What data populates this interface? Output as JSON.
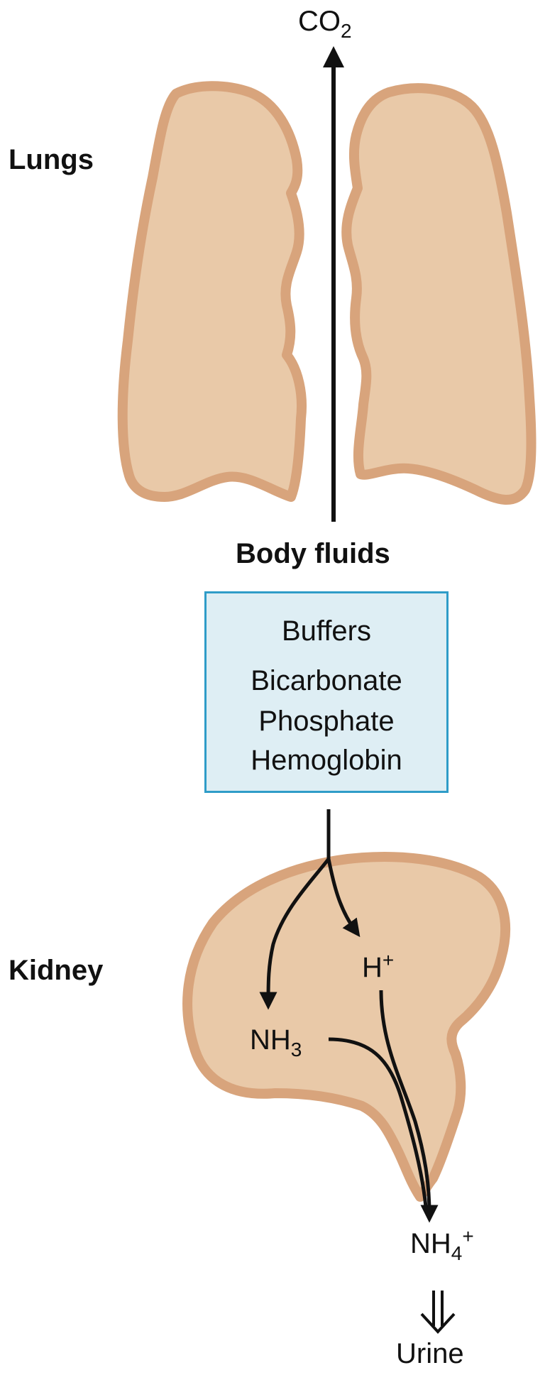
{
  "labels": {
    "co2_base": "CO",
    "co2_sub": "2",
    "lungs": "Lungs",
    "body_fluids": "Body fluids",
    "kidney": "Kidney",
    "h_base": "H",
    "h_sup": "+",
    "nh3_base": "NH",
    "nh3_sub": "3",
    "nh4_base": "NH",
    "nh4_sub": "4",
    "nh4_sup": "+",
    "urine": "Urine"
  },
  "buffers": {
    "title": "Buffers",
    "items": [
      "Bicarbonate",
      "Phosphate",
      "Hemoglobin"
    ]
  },
  "colors": {
    "organ_fill": "#e9c9a8",
    "organ_edge": "#d8a47c",
    "box_fill": "#deeef4",
    "box_border": "#2f9cc8",
    "arrow": "#111111"
  }
}
